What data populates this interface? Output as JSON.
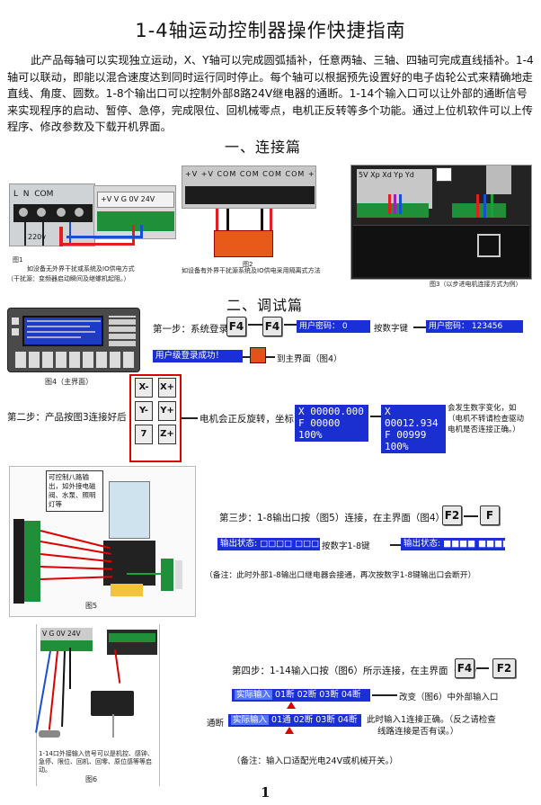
{
  "title": "1-4轴运动控制器操作快捷指南",
  "intro": "此产品每轴可以实现独立运动，X、Y轴可以完成圆弧插补，任意两轴、三轴、四轴可完成直线插补。1-4轴可以联动，即能以混合速度达到同时运行同时停止。每个轴可以根据预先设置好的电子齿轮公式来精确地走直线、角度、圆数。1-8个输出口可以控制外部8路24V继电器的通断。1-14个输入口可以让外部的通断信号来实现程序的启动、暂停、急停，完成限位、回机械零点，电机正反转等多个功能。通过上位机软件可以上传程序、修改参数及下载开机界面。",
  "section1": "一、连接篇",
  "section2": "二、调试篇",
  "fig1": {
    "label": "图1",
    "caption1": "如没备无外界干扰或系统及IO供电方式",
    "caption2": "（干扰源：变频器启动瞬间及继螺机起阻。）",
    "terms": [
      "L",
      "N",
      "COM",
      "+V",
      "V",
      "G",
      "0V",
      "24V"
    ],
    "v220": "220v"
  },
  "fig2": {
    "label": "图2",
    "caption": "如设备有外界干扰源系统及IO供电采用隔离式方法",
    "terms": [
      "+V",
      "+V",
      "COM",
      "COM",
      "COM",
      "COM",
      "+V",
      "+V"
    ]
  },
  "fig3": {
    "caption": "图3（以步进电机连接方式为例）",
    "terms": "5V Xp Xd Yp Yd"
  },
  "fig4": {
    "label": "图4（主界面）"
  },
  "step1": {
    "label": "第一步：系统登录",
    "keys": [
      "F4",
      "F4"
    ],
    "pw_label": "用户密码：",
    "pw_value": "0",
    "action": "按数字键",
    "pw_value2": "123456",
    "success": "用户级登录成功！",
    "to_main": "到主界面（图4）"
  },
  "step2": {
    "label": "第二步：产品按图3连接好后",
    "action": "电机会正反旋转，坐标",
    "lcd1_x": "X 00000.000",
    "lcd1_f": "F 00000 100%",
    "lcd2_x": "X 00012.934",
    "lcd2_f": "F 00999 100%",
    "note1": "会发生数字变化，如",
    "note2": "（电机不转请检查驱动",
    "note3": "电机是否连接正确。）",
    "pad_keys": [
      "X-",
      "X+",
      "Y-",
      "Y+",
      "7",
      "Z+"
    ]
  },
  "fig5": {
    "label": "图5",
    "bubble": "可控制八路输出，如外接电磁阀、水泵、照明灯等"
  },
  "step3": {
    "label": "第三步：1-8输出口按（图5）连接，在主界面（图4）",
    "keys": [
      "F2",
      "F"
    ],
    "status_label": "输出状态:",
    "status_off": "□□□□ □□□□",
    "action": "按数字1-8键",
    "status_on": "■■■■ ■■■■",
    "note": "（备注：此时外部1-8输出口继电器会接通，再次按数字1-8键输出口会断开）"
  },
  "fig6": {
    "label": "图6",
    "caption": "1-14口外接输入信号可以是机控、感钟、急停、限位、回机、回零、原位感等等启动。",
    "terms": "V G 0V 24V"
  },
  "step4": {
    "label": "第四步：1-14输入口按（图6）所示连接，在主界面（图4）",
    "keys": [
      "F4",
      "F2"
    ],
    "input_label": "实际输入",
    "input_off": "01断 02断 03断 04断",
    "change": "改变（图6）中外部输入口",
    "prefix": "通断",
    "input_on": "01通 02断 03断 04断",
    "result1": "此时输入1连接正确。（反之请检查",
    "result2": "线路连接是否有误。）",
    "note": "（备注：输入口适配光电24V或机械开关。）"
  },
  "page_number": "1"
}
